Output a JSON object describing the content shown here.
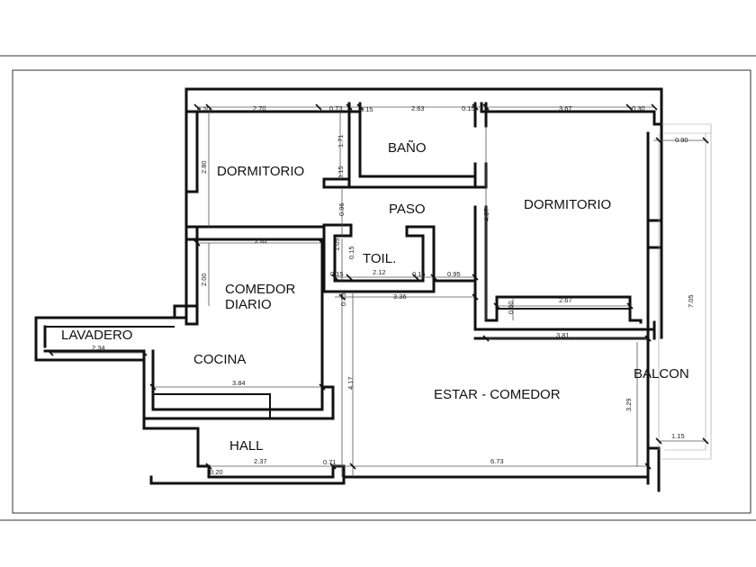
{
  "rooms": {
    "dormitorio_left": "DORMITORIO",
    "bano": "BAÑO",
    "paso": "PASO",
    "dormitorio_right": "DORMITORIO",
    "toilet": "TOIL.",
    "comedor_diario_line1": "COMEDOR",
    "comedor_diario_line2": "DIARIO",
    "lavadero": "LAVADERO",
    "cocina": "COCINA",
    "balcon": "BALCON",
    "estar_comedor": "ESTAR - COMEDOR",
    "hall": "HALL"
  },
  "dimensions": {
    "d020_top": "0.20",
    "d270": "2.70",
    "d073": "0.73",
    "d015_top_a": "0.15",
    "d263": "2.63",
    "d015_top_b": "0.15",
    "d367": "3.67",
    "d030": "0.30",
    "d090": "0.90",
    "d171": "1.71",
    "d280": "2.80",
    "d015_bano": "0.15",
    "d096": "0.96",
    "d487": "4.87",
    "d282": "2.82",
    "d105": "1.05",
    "d015_toil_v": "0.15",
    "d015_toil_a": "0.15",
    "d212": "2.12",
    "d015_toil_b": "0.15",
    "d095": "0.95",
    "d200": "2.00",
    "d336": "3.36",
    "d015_left_v": "0.15",
    "d267": "2.67",
    "d060": "0.60",
    "d705": "7.05",
    "d234": "2.34",
    "d381": "3.81",
    "d384": "3.84",
    "d417": "4.17",
    "d329": "3.29",
    "d115": "1.15",
    "d237": "2.37",
    "d071": "0.71",
    "d673": "6.73",
    "d020_bottom": "0.20"
  }
}
